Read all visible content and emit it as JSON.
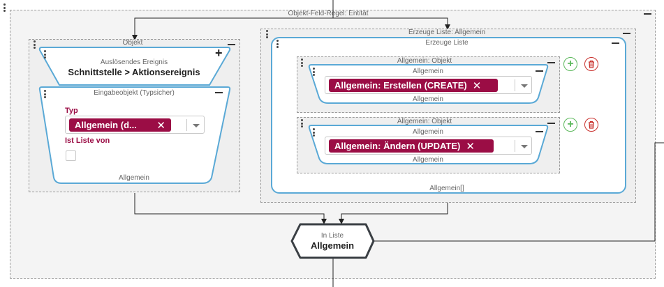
{
  "rule_title": "Objekt-Feld-Regel: Entität",
  "objekt": {
    "title": "Objekt",
    "trigger": {
      "caption": "Auslösendes Ereignis",
      "value": "Schnittstelle > Aktionsereignis"
    },
    "input": {
      "caption": "Eingabeobjekt (Typsicher)",
      "typ_label": "Typ",
      "typ_chip": "Allgemein (d...",
      "list_label": "Ist Liste von",
      "footer": "Allgemein"
    }
  },
  "liste": {
    "title": "Erzeuge Liste: Allgemein",
    "card_title": "Erzeuge Liste",
    "footer": "Allgemein[]",
    "items": [
      {
        "title": "Allgemein: Objekt",
        "card_title": "Allgemein",
        "chip": "Allgemein: Erstellen (CREATE)",
        "footer": "Allgemein"
      },
      {
        "title": "Allgemein: Objekt",
        "card_title": "Allgemein",
        "chip": "Allgemein: Ändern (UPDATE)",
        "footer": "Allgemein"
      }
    ]
  },
  "in_liste": {
    "caption": "In Liste",
    "value": "Allgemein"
  },
  "colors": {
    "accent_blue": "#5aa9d6",
    "chip": "#9b0d45",
    "add_green": "#5cb85c",
    "delete_red": "#c9302c",
    "hex_border": "#3a3f44"
  }
}
